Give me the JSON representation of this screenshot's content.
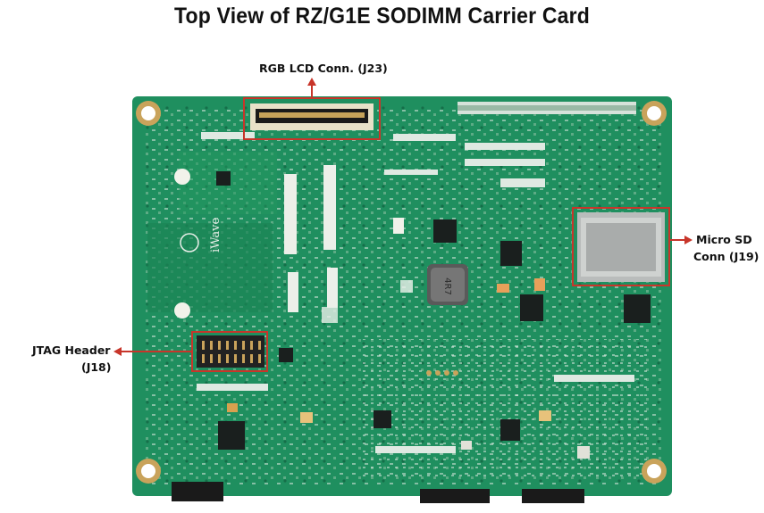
{
  "title": "Top View of RZ/G1E SODIMM Carrier Card",
  "callouts": {
    "rgb_lcd": "RGB LCD Conn. (J23)",
    "micro_sd_line1": "Micro SD",
    "micro_sd_line2": "Conn (J19)",
    "jtag_line1": "JTAG Header",
    "jtag_line2": "(J18)"
  },
  "board_silkscreen": {
    "inductor": "4R7",
    "logo": "iWave"
  },
  "colors": {
    "pcb": "#1f8f5f",
    "pcb_dark": "#14704a",
    "highlight": "#c8352a",
    "gold": "#c9a35b"
  }
}
